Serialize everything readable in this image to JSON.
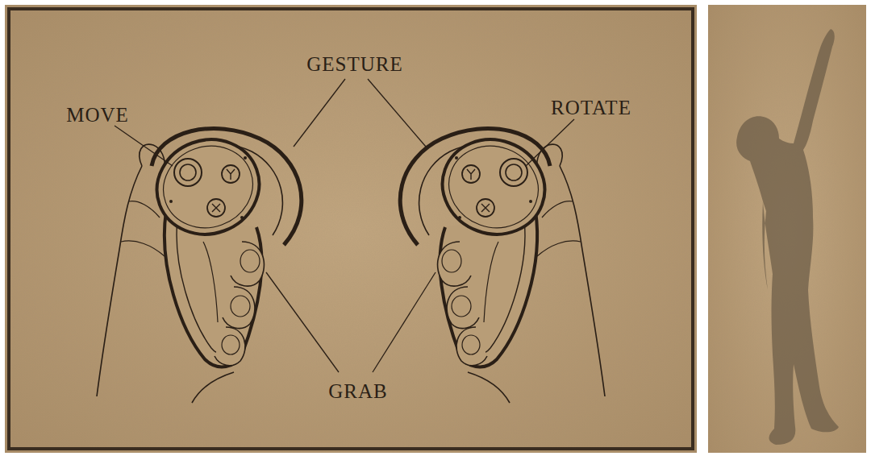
{
  "diagram": {
    "labels": [
      "GESTURE",
      "MOVE",
      "ROTATE",
      "GRAB"
    ]
  }
}
